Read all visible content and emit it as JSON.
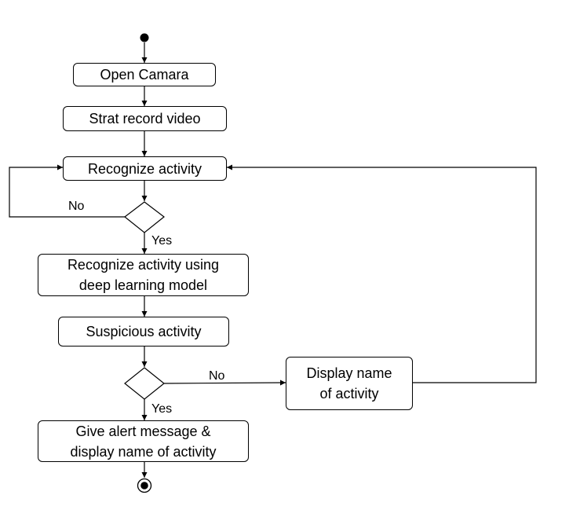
{
  "nodes": {
    "open_camera": "Open Camara",
    "start_record": "Strat record video",
    "recognize_activity": "Recognize activity",
    "recognize_dl": "Recognize activity using\ndeep learning model",
    "suspicious": "Suspicious activity",
    "display_name": "Display name\nof activity",
    "give_alert": "Give alert message &\ndisplay name of activity"
  },
  "labels": {
    "decision1_no": "No",
    "decision1_yes": "Yes",
    "decision2_no": "No",
    "decision2_yes": "Yes"
  }
}
